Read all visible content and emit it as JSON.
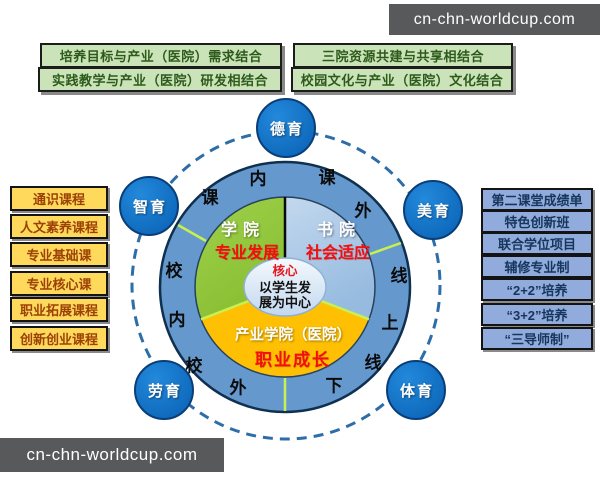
{
  "watermark": {
    "text": "cn-chn-worldcup.com"
  },
  "top_boxes": [
    "培养目标与产业（医院）需求结合",
    "三院资源共建与共享相结合",
    "实践教学与产业（医院）研发相结合",
    "校园文化与产业（医院）文化结合"
  ],
  "left_boxes": [
    "通识课程",
    "人文素养课程",
    "专业基础课",
    "专业核心课",
    "职业拓展课程",
    "创新创业课程"
  ],
  "right_boxes": [
    "第二课堂成绩单",
    "特色创新班",
    "联合学位项目",
    "辅修专业制",
    "“2+2”培养",
    "“3+2”培养",
    "“三导师制”"
  ],
  "diagram": {
    "nodes": [
      {
        "label": "德育"
      },
      {
        "label": "智育"
      },
      {
        "label": "美育"
      },
      {
        "label": "劳育"
      },
      {
        "label": "体育"
      }
    ],
    "ring_chars": [
      "课",
      "内",
      "课",
      "外",
      "线",
      "上",
      "线",
      "下",
      "校",
      "外",
      "校",
      "内"
    ],
    "segments": {
      "college": {
        "title": "学院",
        "subtitle": "专业发展"
      },
      "academy": {
        "title": "书院",
        "subtitle": "社会适应"
      },
      "industry": {
        "title": "产业学院（医院）",
        "subtitle": "职业成长"
      }
    },
    "center": {
      "title": "核心",
      "line1": "以学生发",
      "line2": "展为中心"
    }
  },
  "colors": {
    "node_blue": "#1071C2",
    "ring_blue": "#6598CD",
    "segment_green": "#93C73A",
    "segment_blue": "#ABC9E8",
    "segment_yellow": "#FFC003",
    "divider_green": "#C8F04F",
    "accent_red": "#F40E0E",
    "green_box_bg": "#CAE3B8",
    "green_box_text": "#2D5A1B",
    "yellow_box_bg": "#FFD95C",
    "yellow_box_text": "#9C4206",
    "blue_box_bg": "#91ABDC",
    "blue_box_text": "#16365C",
    "watermark_bg": "#58595B"
  }
}
